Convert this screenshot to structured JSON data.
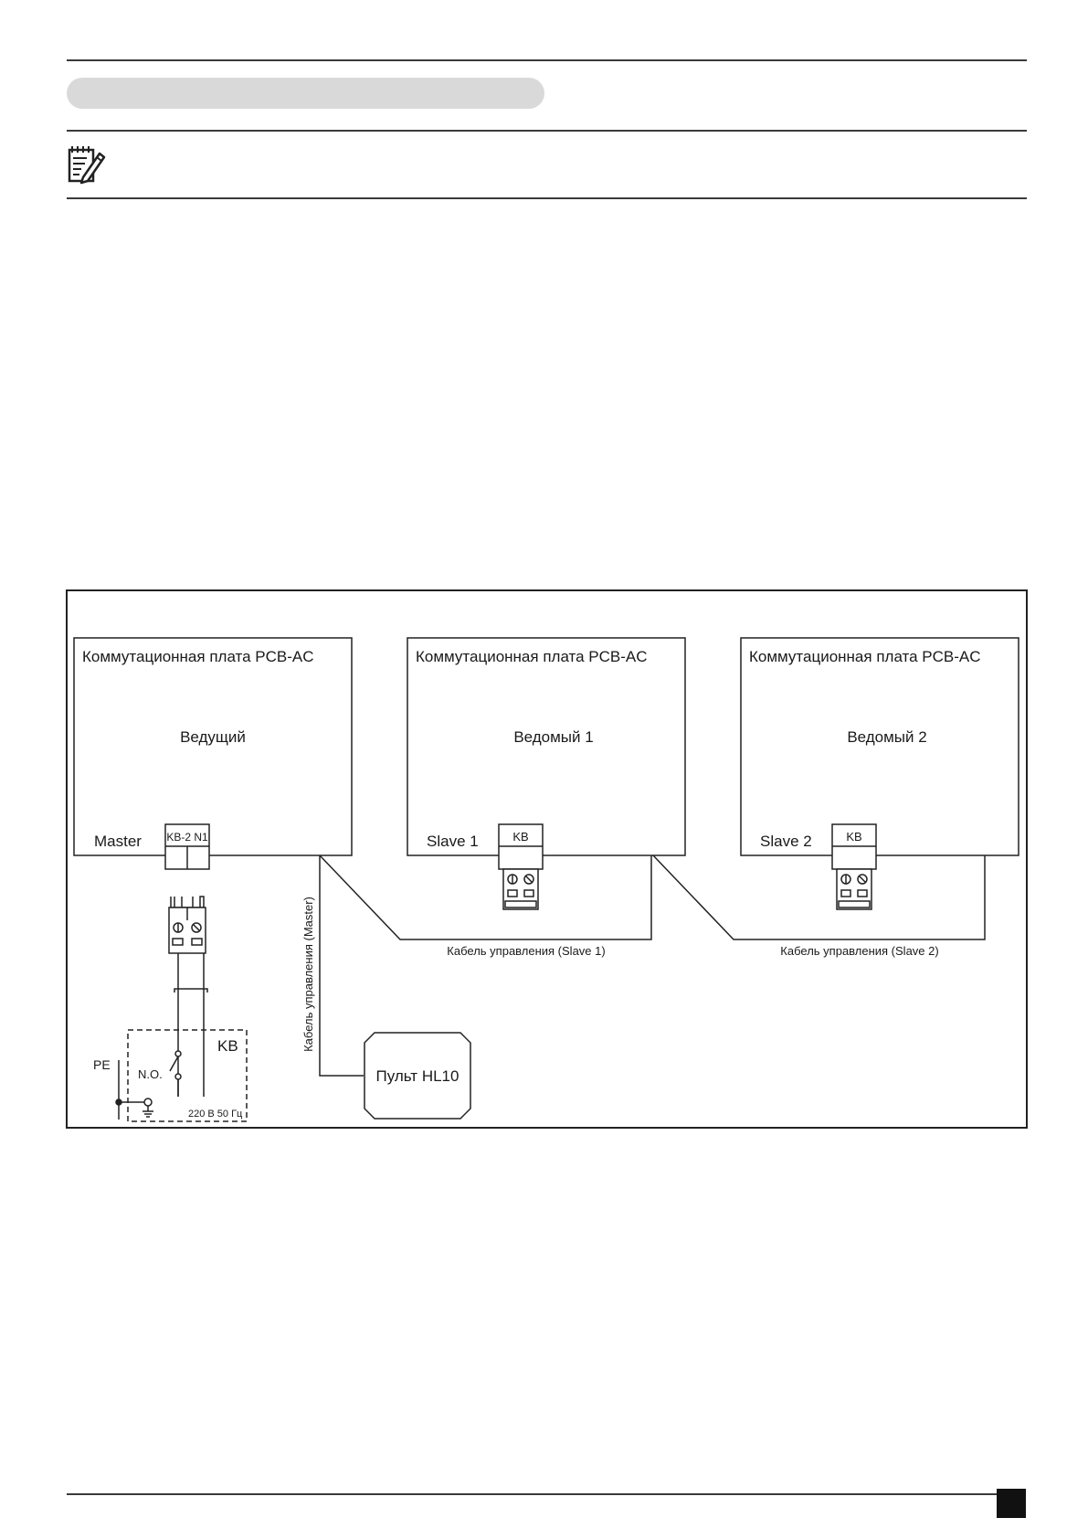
{
  "diagram": {
    "boards": [
      {
        "title": "Коммутационная плата PCB-AC",
        "role": "Ведущий",
        "port": "Master",
        "terminal": "KB-2 N1"
      },
      {
        "title": "Коммутационная плата PCB-AC",
        "role": "Ведомый 1",
        "port": "Slave 1",
        "terminal": "KB"
      },
      {
        "title": "Коммутационная плата PCB-AC",
        "role": "Ведомый 2",
        "port": "Slave 2",
        "terminal": "KB"
      }
    ],
    "cables": {
      "master": "Кабель управления (Master)",
      "slave1": "Кабель управления (Slave 1)",
      "slave2": "Кабель управления (Slave 2)"
    },
    "remote": "Пульт HL10",
    "switch_box": {
      "label": "KB",
      "contact": "N.O.",
      "pe": "PE",
      "power": "220 В 50 Гц"
    }
  }
}
